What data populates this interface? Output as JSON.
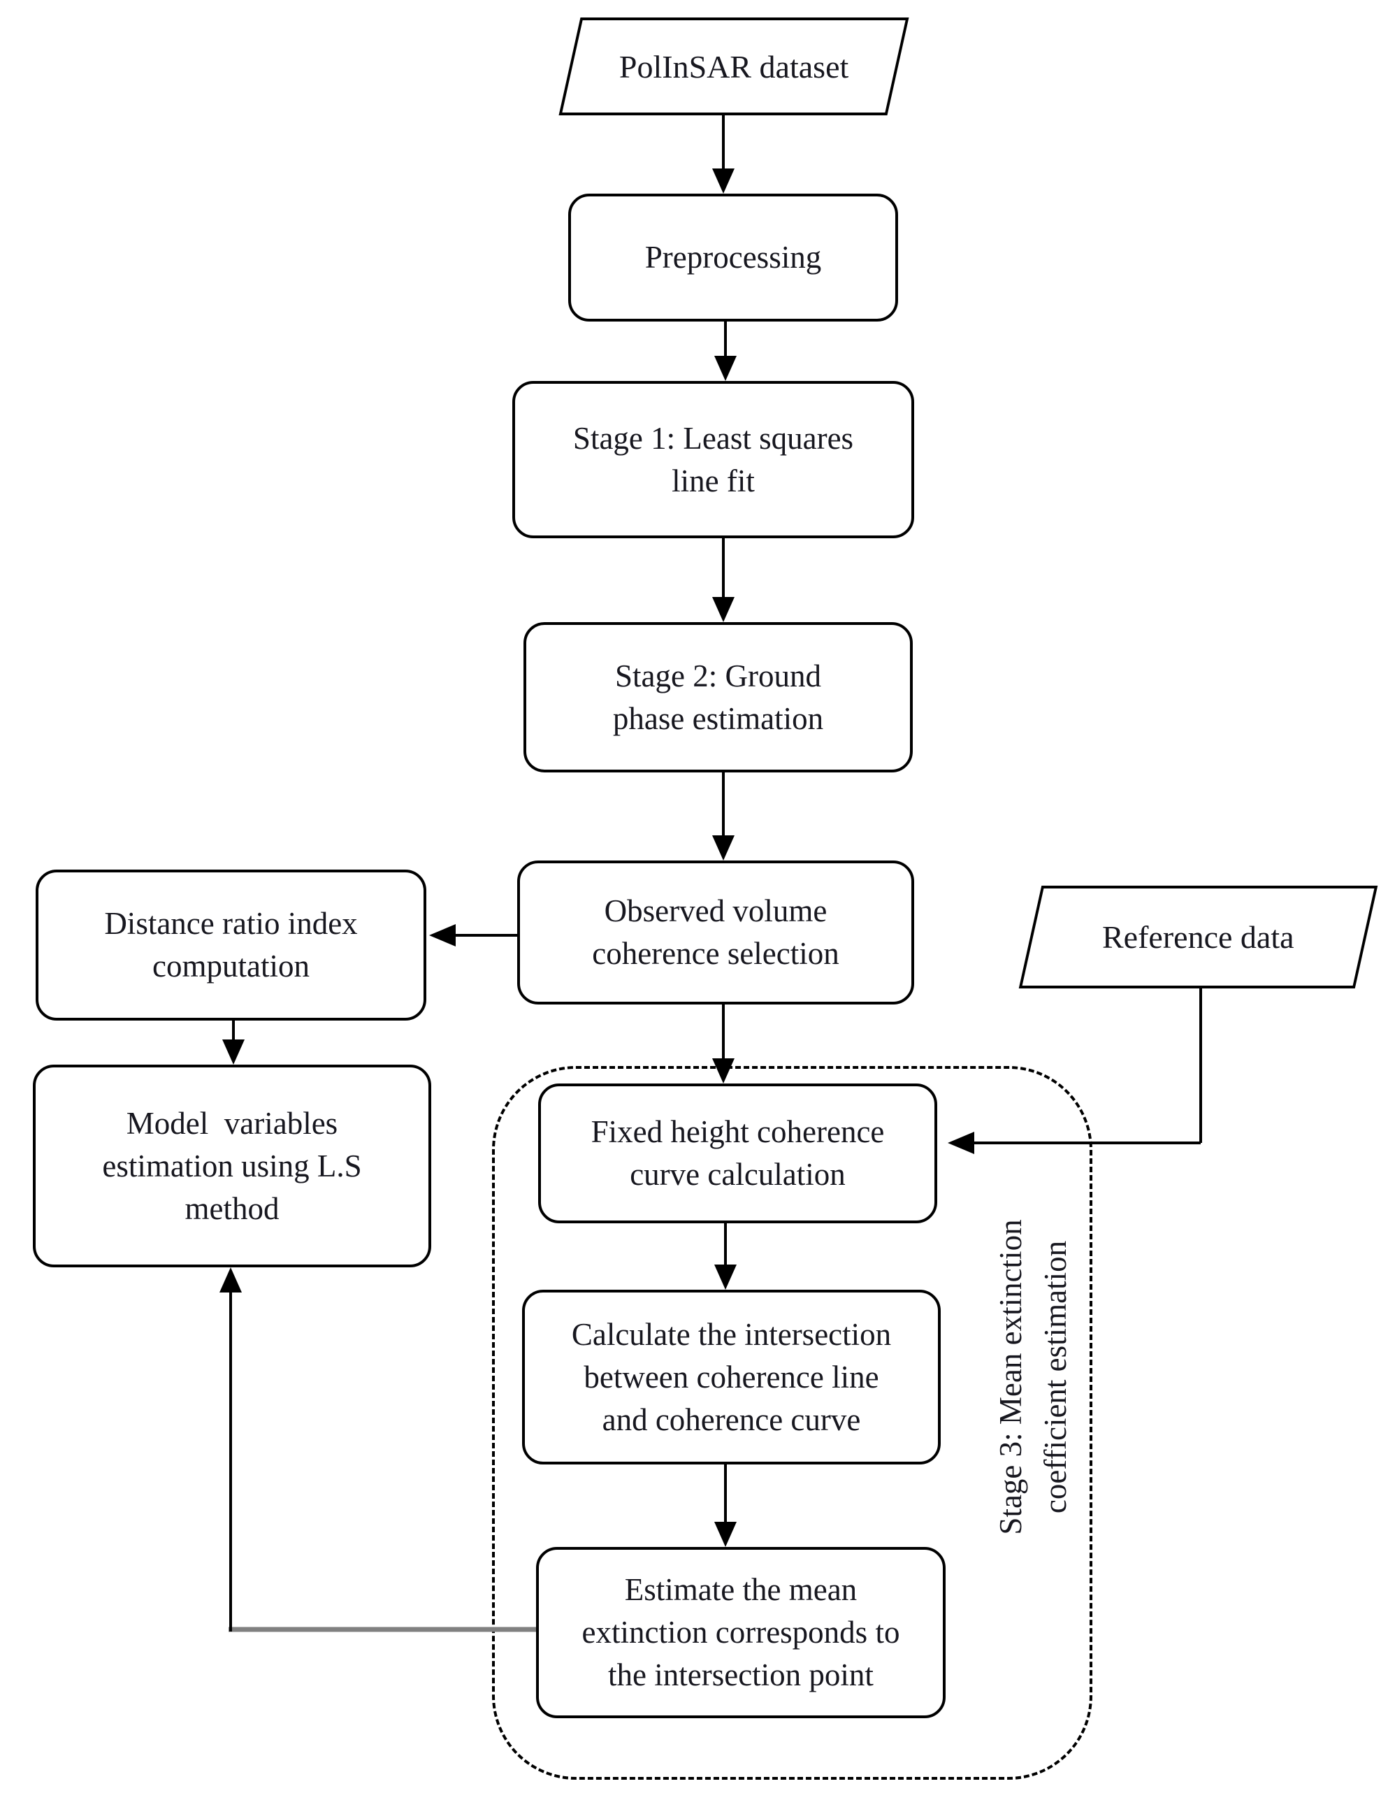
{
  "figure": {
    "background": "#ffffff",
    "stroke_color": "#000000",
    "text_color": "#17171f",
    "feedback_line_color": "#808080"
  },
  "nodes": {
    "polinsar_dataset": {
      "label": "PolInSAR dataset",
      "shape": "parallelogram"
    },
    "preprocessing": {
      "label": "Preprocessing",
      "shape": "rounded-rect"
    },
    "stage1": {
      "label": "Stage 1: Least squares\nline fit",
      "shape": "rounded-rect"
    },
    "stage2": {
      "label": "Stage 2: Ground\nphase estimation",
      "shape": "rounded-rect"
    },
    "observed_volume": {
      "label": "Observed volume\ncoherence selection",
      "shape": "rounded-rect"
    },
    "distance_ratio": {
      "label": "Distance ratio index\ncomputation",
      "shape": "rounded-rect"
    },
    "model_variables": {
      "label": "Model  variables\nestimation using L.S\nmethod",
      "shape": "rounded-rect"
    },
    "reference_data": {
      "label": "Reference data",
      "shape": "parallelogram"
    },
    "fixed_height": {
      "label": "Fixed height coherence\ncurve calculation",
      "shape": "rounded-rect"
    },
    "calculate_intersection": {
      "label": "Calculate the intersection\nbetween coherence line\nand coherence curve",
      "shape": "rounded-rect"
    },
    "estimate_mean": {
      "label": "Estimate the mean\nextinction corresponds to\nthe intersection point",
      "shape": "rounded-rect"
    }
  },
  "group": {
    "stage3_label": "Stage 3: Mean extinction\ncoefficient estimation"
  }
}
